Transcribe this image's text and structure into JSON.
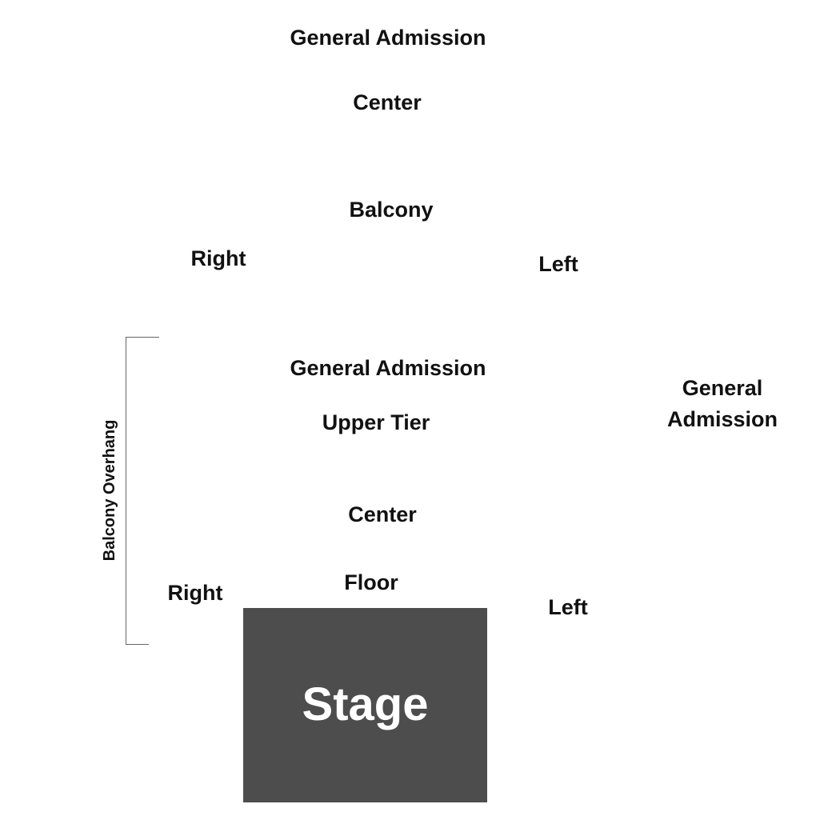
{
  "map": {
    "balcony_section": {
      "general_admission": "General Admission",
      "center": "Center",
      "title": "Balcony",
      "right": "Right",
      "left": "Left"
    },
    "overhang_label": "Balcony Overhang",
    "floor_section": {
      "general_admission": "General Admission",
      "upper_tier": "Upper Tier",
      "center": "Center",
      "title": "Floor",
      "right": "Right",
      "left": "Left"
    },
    "side_general_admission": "General Admission",
    "stage": {
      "label": "Stage",
      "color": "#4d4d4d"
    },
    "bracket_color": "#666666"
  }
}
